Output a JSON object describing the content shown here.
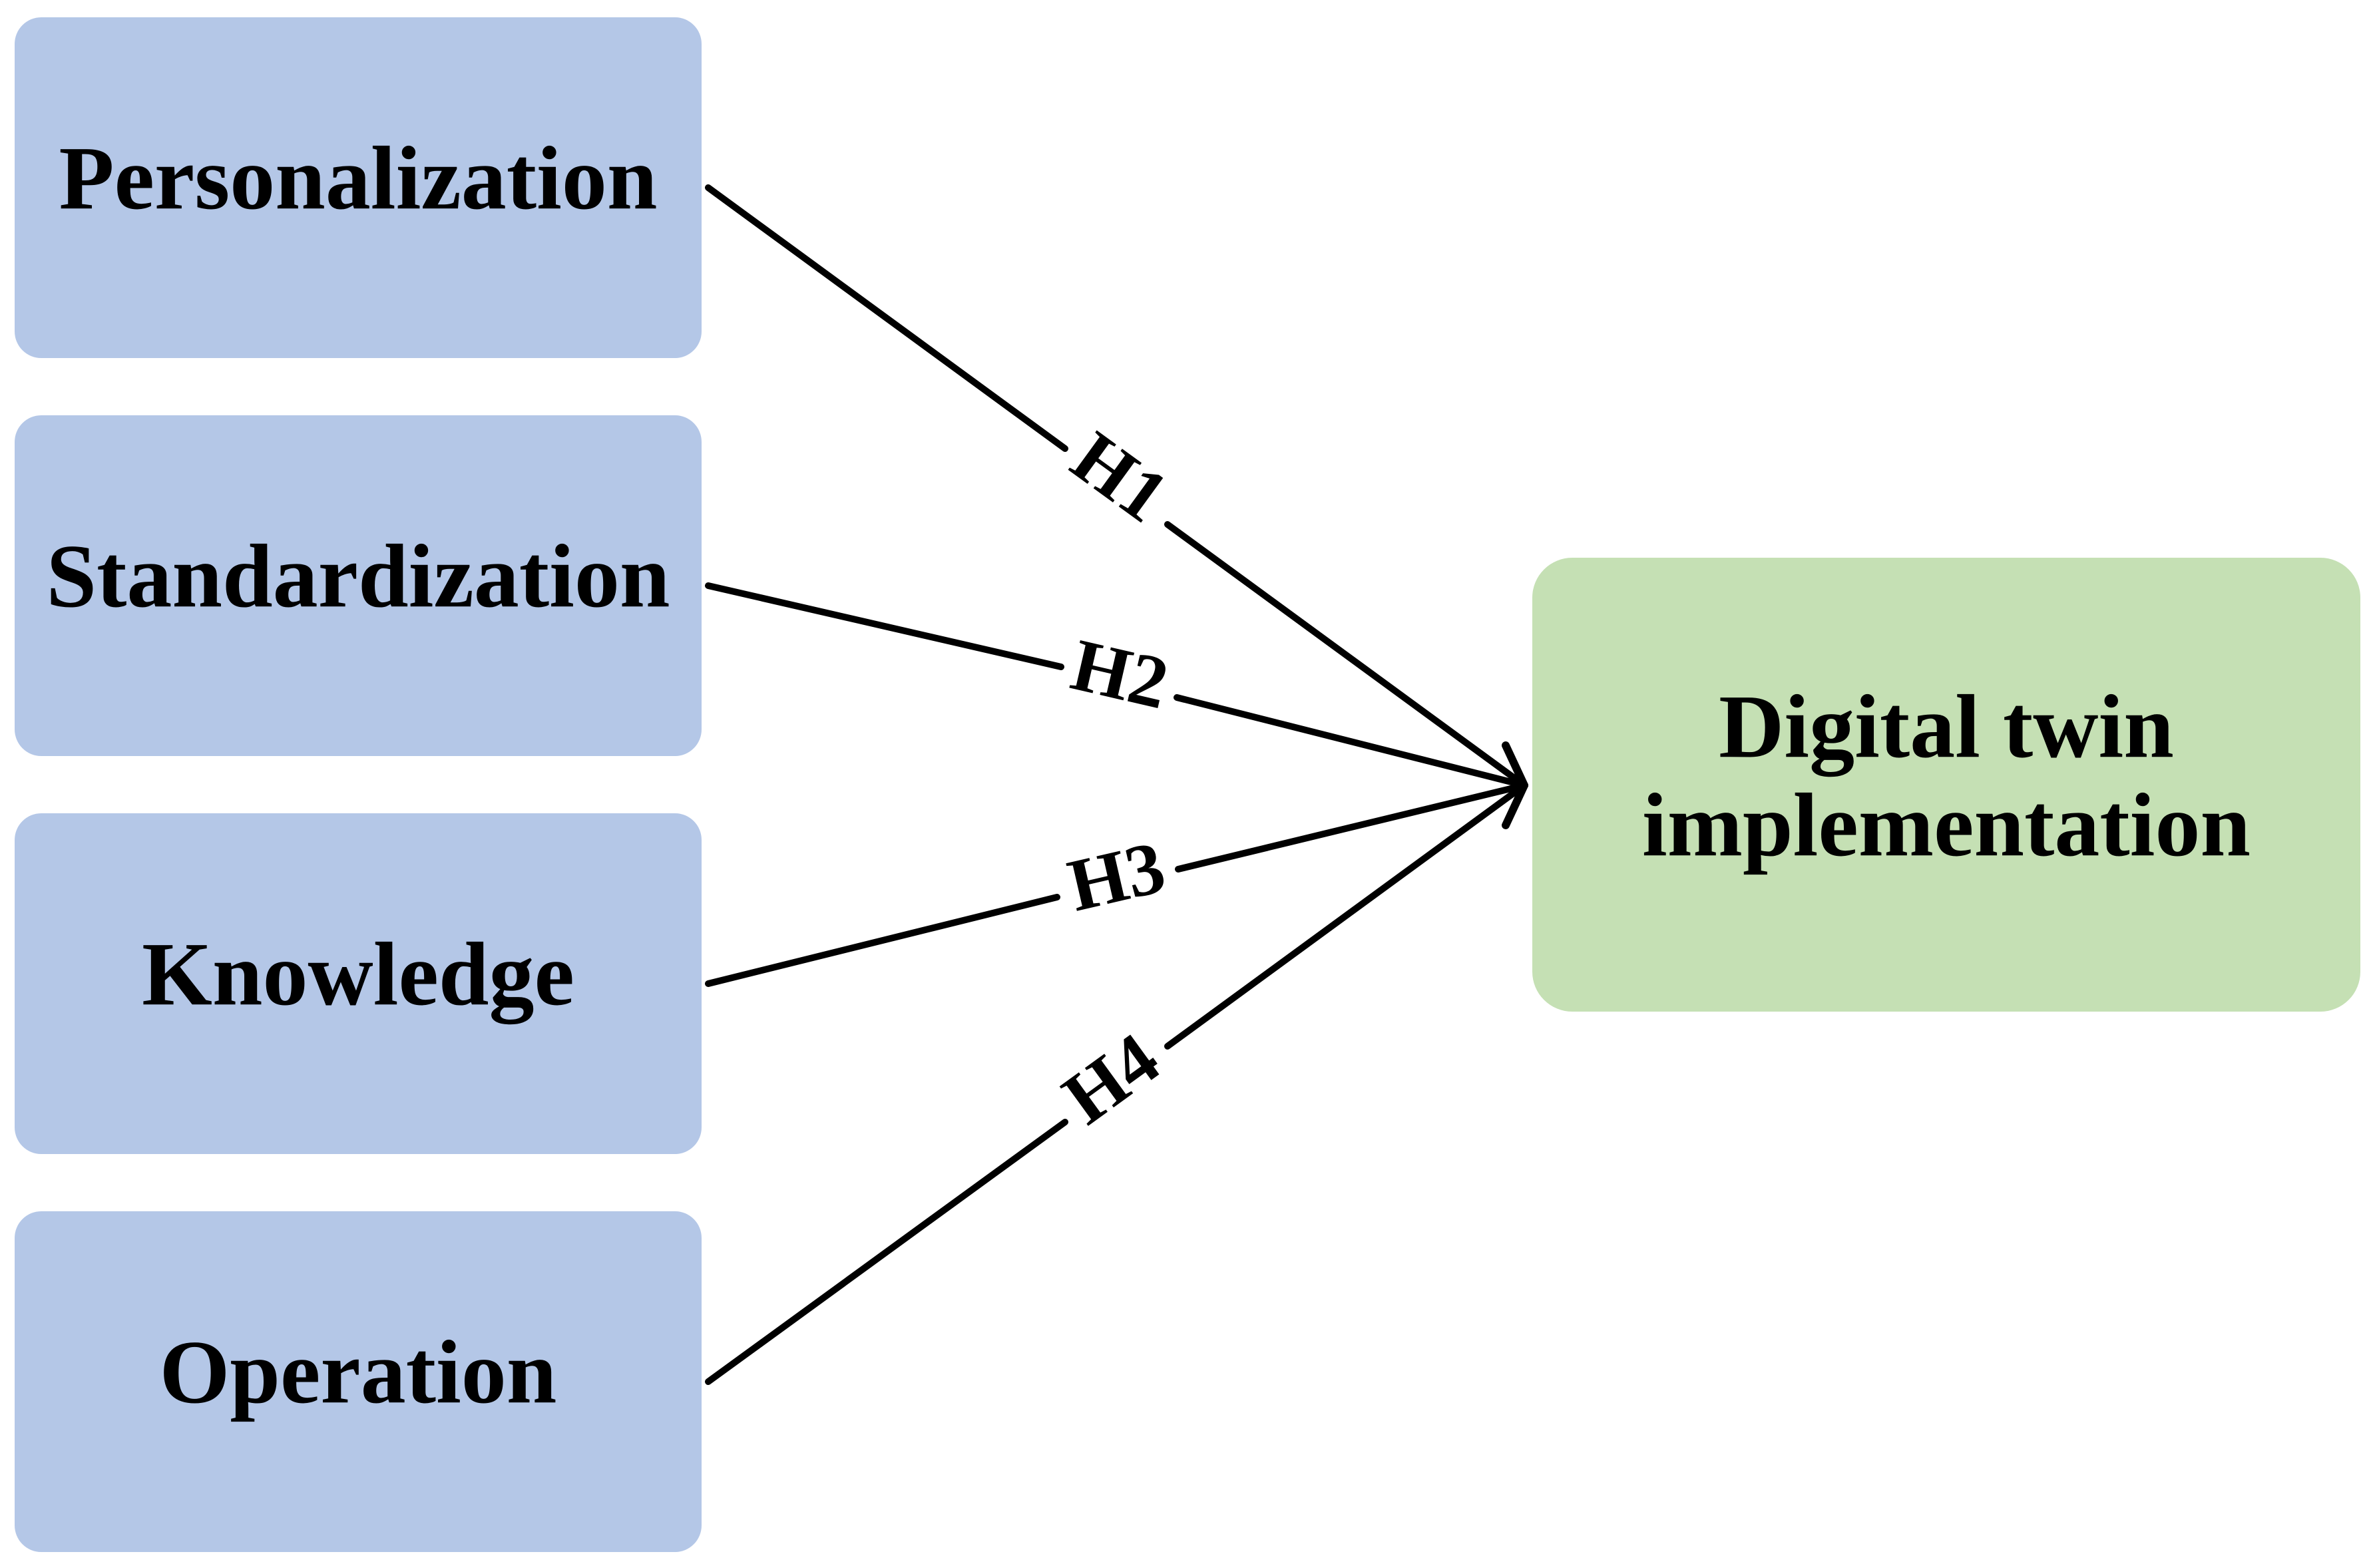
{
  "colors": {
    "source_fill": "#b4c7e7",
    "target_fill": "#c5e0b4",
    "line": "#000000",
    "background": "#ffffff"
  },
  "nodes": {
    "personalization": "Personalization",
    "standardization": "Standardization",
    "knowledge": "Knowledge",
    "operation": "Operation",
    "target_line1": "Digital twin",
    "target_line2": "implementation"
  },
  "edges": [
    {
      "from": "Personalization",
      "to": "Digital twin implementation",
      "label": "H1"
    },
    {
      "from": "Standardization",
      "to": "Digital twin implementation",
      "label": "H2"
    },
    {
      "from": "Knowledge",
      "to": "Digital twin implementation",
      "label": "H3"
    },
    {
      "from": "Operation",
      "to": "Digital twin implementation",
      "label": "H4"
    }
  ]
}
